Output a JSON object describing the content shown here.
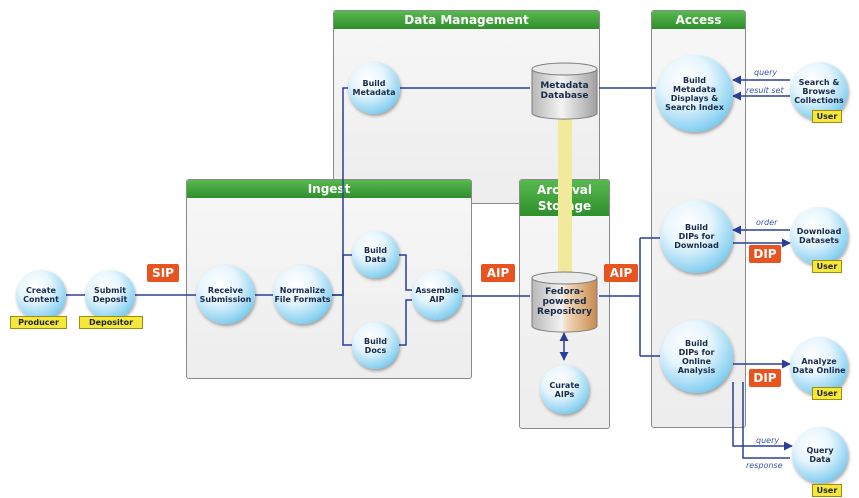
{
  "panels": {
    "data_management": "Data Management",
    "access": "Access",
    "ingest": "Ingest",
    "archival_storage": "Archival\nStorage"
  },
  "nodes": {
    "create_content": "Create\nContent",
    "submit_deposit": "Submit\nDeposit",
    "receive_submission": "Receive\nSubmission",
    "normalize_file_formats": "Normalize\nFile Formats",
    "build_data": "Build\nData",
    "build_docs": "Build\nDocs",
    "assemble_aip": "Assemble\nAIP",
    "build_metadata": "Build\nMetadata",
    "curate_aips": "Curate\nAIPs",
    "build_metadata_displays": "Build\nMetadata\nDisplays &\nSearch Index",
    "build_dips_download": "Build\nDIPs for\nDownload",
    "build_dips_online": "Build\nDIPs for\nOnline\nAnalysis",
    "search_browse": "Search &\nBrowse\nCollections",
    "download_datasets": "Download\nDatasets",
    "analyze_data_online": "Analyze\nData Online",
    "query_data": "Query\nData"
  },
  "databases": {
    "metadata_database": "Metadata\nDatabase",
    "fedora_repository": "Fedora-\npowered\nRepository"
  },
  "roles": {
    "producer": "Producer",
    "depositor": "Depositor",
    "user": "User"
  },
  "packages": {
    "sip": "SIP",
    "aip": "AIP",
    "dip": "DIP"
  },
  "edge_labels": {
    "query": "query",
    "result_set": "result set",
    "order": "order",
    "response": "response"
  },
  "colors": {
    "panel_header": "#3a9d35",
    "node_blue": "#3aa6d8",
    "arrow": "#2b3f9a",
    "package_orange": "#e8531f",
    "role_yellow": "#f5e83a",
    "storage_link": "#f1ea9a"
  }
}
